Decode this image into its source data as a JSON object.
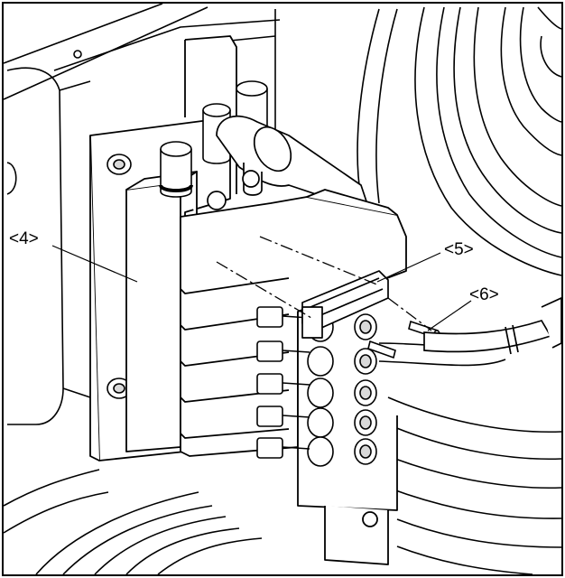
{
  "figure": {
    "callouts": [
      {
        "id": "4",
        "label": "<4>"
      },
      {
        "id": "5",
        "label": "<5>"
      },
      {
        "id": "6",
        "label": "<6>"
      }
    ]
  },
  "colors": {
    "line": "#000000",
    "paper": "#ffffff",
    "shade": "#d9d9d9"
  }
}
